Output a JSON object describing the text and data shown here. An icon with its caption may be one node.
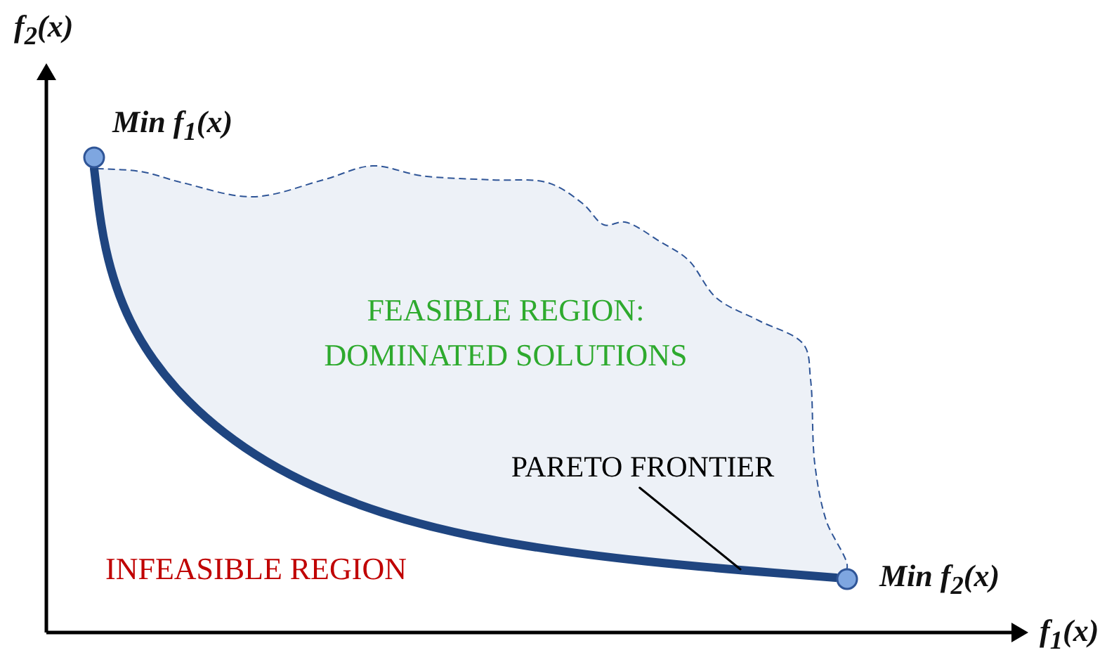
{
  "diagram": {
    "nodes": [
      {
        "text": [],
        "shape": "circle",
        "beside": [
          "Min f$_{1}$(x)"
        ]
      },
      {
        "text": [],
        "shape": "circle",
        "beside": [
          "Min f$_{2}$(x)"
        ]
      },
      {
        "text": [
          "PARETO FRONTIER"
        ]
      }
    ],
    "edges": [
      {
        "from": 0,
        "to": 1,
        "arrow": "none",
        "style": "thick",
        "color": "#1f4580"
      },
      {
        "from": 2,
        "to": null,
        "arrow": "none",
        "color": "#000000"
      }
    ],
    "labels": [
      "f$_{2}$(x)",
      "FEASIBLE REGION: DOMINATED SOLUTIONS",
      "INFEASIBLE REGION",
      "f$_{1}$(x)"
    ]
  }
}
